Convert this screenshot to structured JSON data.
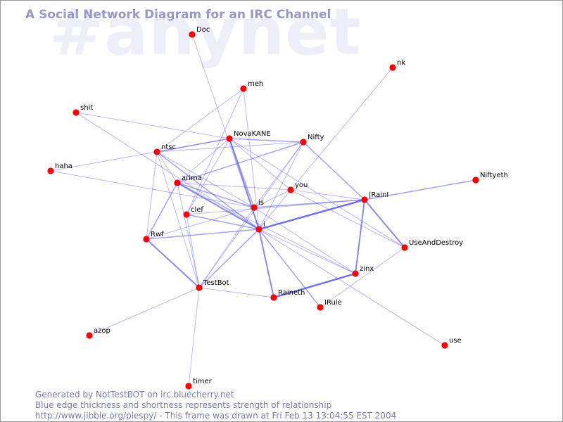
{
  "channel_watermark": "#anynet",
  "title": "A Social Network Diagram for an IRC Channel",
  "colors": {
    "edge": "#5555ee",
    "node": "#ff0000",
    "title": "#9898c8",
    "footer": "#7b7bb2",
    "watermark": "#eeeef9"
  },
  "footer": {
    "line1": "Generated by NotTestBOT on irc.bluecherry.net",
    "line2": "Blue edge thickness and shortness represents strength of relationship",
    "line3": "http://www.jibble.org/piespy/ - This frame was drawn at Fri Feb 13 13:04:55 EST 2004"
  },
  "nodes": [
    {
      "id": "Doc",
      "label": "Doc"
    },
    {
      "id": "nk",
      "label": "nk"
    },
    {
      "id": "meh",
      "label": "meh"
    },
    {
      "id": "shit",
      "label": "shit"
    },
    {
      "id": "NovaKANE",
      "label": "NovaKANE"
    },
    {
      "id": "Nifty",
      "label": "Nifty"
    },
    {
      "id": "ntsc",
      "label": "ntsc"
    },
    {
      "id": "haha",
      "label": "haha"
    },
    {
      "id": "arima",
      "label": "arima"
    },
    {
      "id": "you",
      "label": "you"
    },
    {
      "id": "Niftyeth",
      "label": "Niftyeth"
    },
    {
      "id": "IRainI",
      "label": "|RainI"
    },
    {
      "id": "is",
      "label": "is"
    },
    {
      "id": "clef",
      "label": "clef"
    },
    {
      "id": "i",
      "label": "i"
    },
    {
      "id": "Rwf",
      "label": "Rwf"
    },
    {
      "id": "UseAndDestroy",
      "label": "UseAndDestroy"
    },
    {
      "id": "zinx",
      "label": "zinx"
    },
    {
      "id": "TestBot",
      "label": "TestBot"
    },
    {
      "id": "Raineth",
      "label": "Raineth"
    },
    {
      "id": "IRule",
      "label": "IRule"
    },
    {
      "id": "azop",
      "label": "azop"
    },
    {
      "id": "use",
      "label": "use"
    },
    {
      "id": "timer",
      "label": "timer"
    }
  ],
  "edges": [
    {
      "from": "Doc",
      "to": "i",
      "strength": 1
    },
    {
      "from": "nk",
      "to": "you",
      "strength": 1
    },
    {
      "from": "meh",
      "to": "ntsc",
      "strength": 1
    },
    {
      "from": "meh",
      "to": "clef",
      "strength": 1
    },
    {
      "from": "meh",
      "to": "i",
      "strength": 1
    },
    {
      "from": "shit",
      "to": "i",
      "strength": 1
    },
    {
      "from": "shit",
      "to": "NovaKANE",
      "strength": 1
    },
    {
      "from": "haha",
      "to": "NovaKANE",
      "strength": 1
    },
    {
      "from": "haha",
      "to": "is",
      "strength": 1
    },
    {
      "from": "NovaKANE",
      "to": "ntsc",
      "strength": 2
    },
    {
      "from": "NovaKANE",
      "to": "Nifty",
      "strength": 2
    },
    {
      "from": "NovaKANE",
      "to": "arima",
      "strength": 1
    },
    {
      "from": "NovaKANE",
      "to": "i",
      "strength": 3
    },
    {
      "from": "NovaKANE",
      "to": "is",
      "strength": 2
    },
    {
      "from": "NovaKANE",
      "to": "clef",
      "strength": 1
    },
    {
      "from": "NovaKANE",
      "to": "UseAndDestroy",
      "strength": 1
    },
    {
      "from": "NovaKANE",
      "to": "you",
      "strength": 1
    },
    {
      "from": "Nifty",
      "to": "arima",
      "strength": 2
    },
    {
      "from": "Nifty",
      "to": "ntsc",
      "strength": 1
    },
    {
      "from": "Nifty",
      "to": "i",
      "strength": 1
    },
    {
      "from": "Nifty",
      "to": "IRainI",
      "strength": 2
    },
    {
      "from": "Nifty",
      "to": "is",
      "strength": 1
    },
    {
      "from": "Nifty",
      "to": "TestBot",
      "strength": 1
    },
    {
      "from": "ntsc",
      "to": "i",
      "strength": 2
    },
    {
      "from": "ntsc",
      "to": "arima",
      "strength": 1
    },
    {
      "from": "ntsc",
      "to": "Rwf",
      "strength": 1
    },
    {
      "from": "ntsc",
      "to": "TestBot",
      "strength": 1
    },
    {
      "from": "ntsc",
      "to": "is",
      "strength": 1
    },
    {
      "from": "arima",
      "to": "i",
      "strength": 3
    },
    {
      "from": "arima",
      "to": "is",
      "strength": 2
    },
    {
      "from": "arima",
      "to": "Rwf",
      "strength": 2
    },
    {
      "from": "arima",
      "to": "TestBot",
      "strength": 1
    },
    {
      "from": "arima",
      "to": "you",
      "strength": 1
    },
    {
      "from": "arima",
      "to": "zinx",
      "strength": 1
    },
    {
      "from": "clef",
      "to": "i",
      "strength": 2
    },
    {
      "from": "clef",
      "to": "IRainI",
      "strength": 1
    },
    {
      "from": "clef",
      "to": "TestBot",
      "strength": 1
    },
    {
      "from": "Rwf",
      "to": "i",
      "strength": 2
    },
    {
      "from": "Rwf",
      "to": "is",
      "strength": 1
    },
    {
      "from": "Rwf",
      "to": "TestBot",
      "strength": 3
    },
    {
      "from": "i",
      "to": "IRainI",
      "strength": 4
    },
    {
      "from": "i",
      "to": "Raineth",
      "strength": 3
    },
    {
      "from": "i",
      "to": "IRule",
      "strength": 2
    },
    {
      "from": "i",
      "to": "TestBot",
      "strength": 2
    },
    {
      "from": "i",
      "to": "zinx",
      "strength": 1
    },
    {
      "from": "i",
      "to": "use",
      "strength": 1
    },
    {
      "from": "i",
      "to": "you",
      "strength": 1
    },
    {
      "from": "is",
      "to": "IRainI",
      "strength": 2
    },
    {
      "from": "is",
      "to": "you",
      "strength": 1
    },
    {
      "from": "is",
      "to": "TestBot",
      "strength": 1
    },
    {
      "from": "is",
      "to": "zinx",
      "strength": 1
    },
    {
      "from": "IRainI",
      "to": "Niftyeth",
      "strength": 2
    },
    {
      "from": "IRainI",
      "to": "UseAndDestroy",
      "strength": 3
    },
    {
      "from": "IRainI",
      "to": "zinx",
      "strength": 3
    },
    {
      "from": "IRainI",
      "to": "you",
      "strength": 1
    },
    {
      "from": "UseAndDestroy",
      "to": "IRule",
      "strength": 1
    },
    {
      "from": "you",
      "to": "UseAndDestroy",
      "strength": 1
    },
    {
      "from": "zinx",
      "to": "Raineth",
      "strength": 4
    },
    {
      "from": "TestBot",
      "to": "Raineth",
      "strength": 1
    },
    {
      "from": "TestBot",
      "to": "azop",
      "strength": 1
    },
    {
      "from": "TestBot",
      "to": "timer",
      "strength": 1
    }
  ]
}
